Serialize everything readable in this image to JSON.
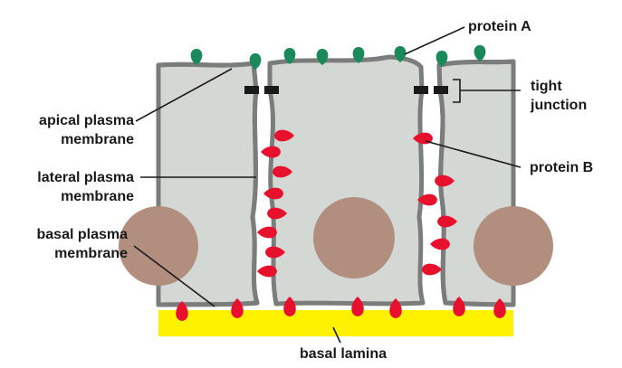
{
  "labels": {
    "protein_a": "protein A",
    "tight_junction_1": "tight",
    "tight_junction_2": "junction",
    "protein_b": "protein B",
    "apical_1": "apical plasma",
    "apical_2": "membrane",
    "lateral_1": "lateral plasma",
    "lateral_2": "membrane",
    "basal_1": "basal plasma",
    "basal_2": "membrane",
    "basal_lamina": "basal lamina"
  },
  "colors": {
    "cytoplasm": "#d3d8d5",
    "membrane": "#7a7d7c",
    "nucleus": "#b28e7e",
    "basal_lamina": "#fff200",
    "protein_a": "#1b8a5a",
    "protein_b": "#e8112d",
    "tight_junction": "#1a1a1a"
  }
}
